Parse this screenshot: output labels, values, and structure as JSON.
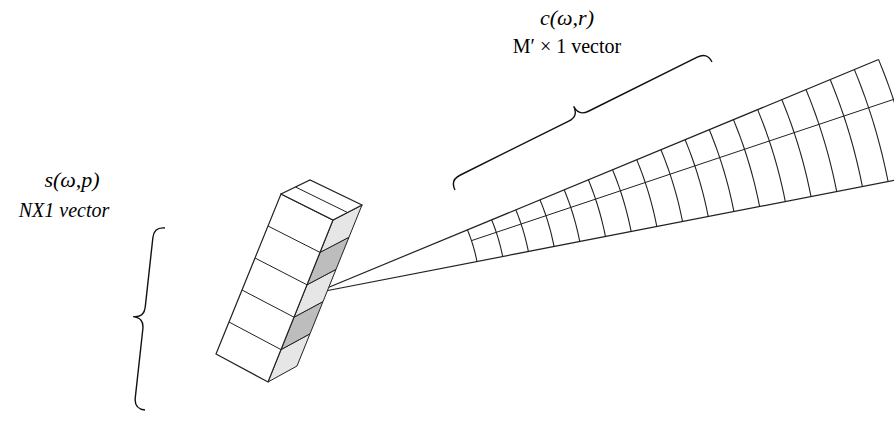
{
  "diagram": {
    "labels": [
      "s(ω,p)",
      "NX1 vector",
      "c(ω,r)",
      "M′ × 1 vector"
    ]
  }
}
